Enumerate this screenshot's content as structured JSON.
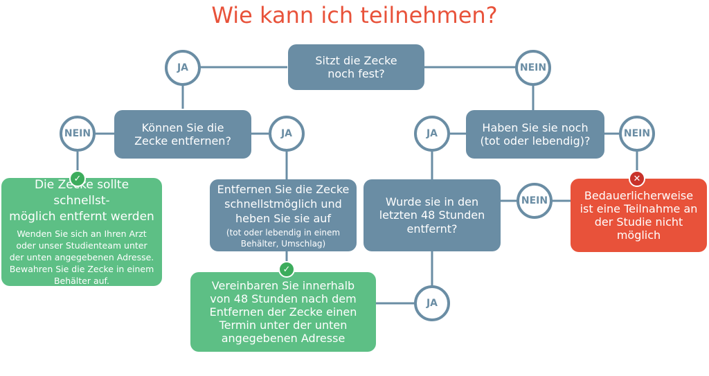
{
  "title": "Wie kann ich teilnehmen?",
  "colors": {
    "title": "#e8523a",
    "question_box": "#6a8da4",
    "positive_box": "#5dbf85",
    "negative_box": "#e8523a",
    "check": "#3cac5c",
    "cross": "#c8322a"
  },
  "nodes": {
    "q_attached": {
      "lines": [
        "Sitzt die Zecke",
        "noch fest?"
      ]
    },
    "q_remove": {
      "lines": [
        "Können Sie die",
        "Zecke entfernen?"
      ]
    },
    "q_still_have": {
      "lines": [
        "Haben Sie sie noch",
        "(tot oder lebendig)?"
      ]
    },
    "q_removed_48h": {
      "lines": [
        "Wurde sie in den",
        "letzten 48 Stunden",
        "entfernt?"
      ]
    },
    "a_remove_self": {
      "main": [
        "Die Zecke sollte schnellst-",
        "möglich entfernt werden"
      ],
      "sub": [
        "Wenden Sie sich an Ihren Arzt",
        "oder unser Studienteam unter",
        "der unten angegebenen Adresse.",
        "Bewahren Sie die Zecke in einem",
        "Behälter auf."
      ]
    },
    "a_remove_keep": {
      "main": [
        "Entfernen Sie die Zecke",
        "schnellstmöglich und",
        "heben Sie sie auf"
      ],
      "sub": [
        "(tot oder lebendig in einem",
        "Behälter, Umschlag)"
      ]
    },
    "a_appointment": {
      "lines": [
        "Vereinbaren Sie innerhalb",
        "von 48 Stunden nach dem",
        "Entfernen der Zecke einen",
        "Termin unter der unten",
        "angegebenen Adresse"
      ]
    },
    "a_not_possible": {
      "lines": [
        "Bedauerlicherweise",
        "ist eine Teilnahme an",
        "der Studie nicht",
        "möglich"
      ]
    }
  },
  "answers": {
    "yes": "JA",
    "no": "NEIN"
  },
  "marks": {
    "check": "✓",
    "cross": "✕"
  }
}
